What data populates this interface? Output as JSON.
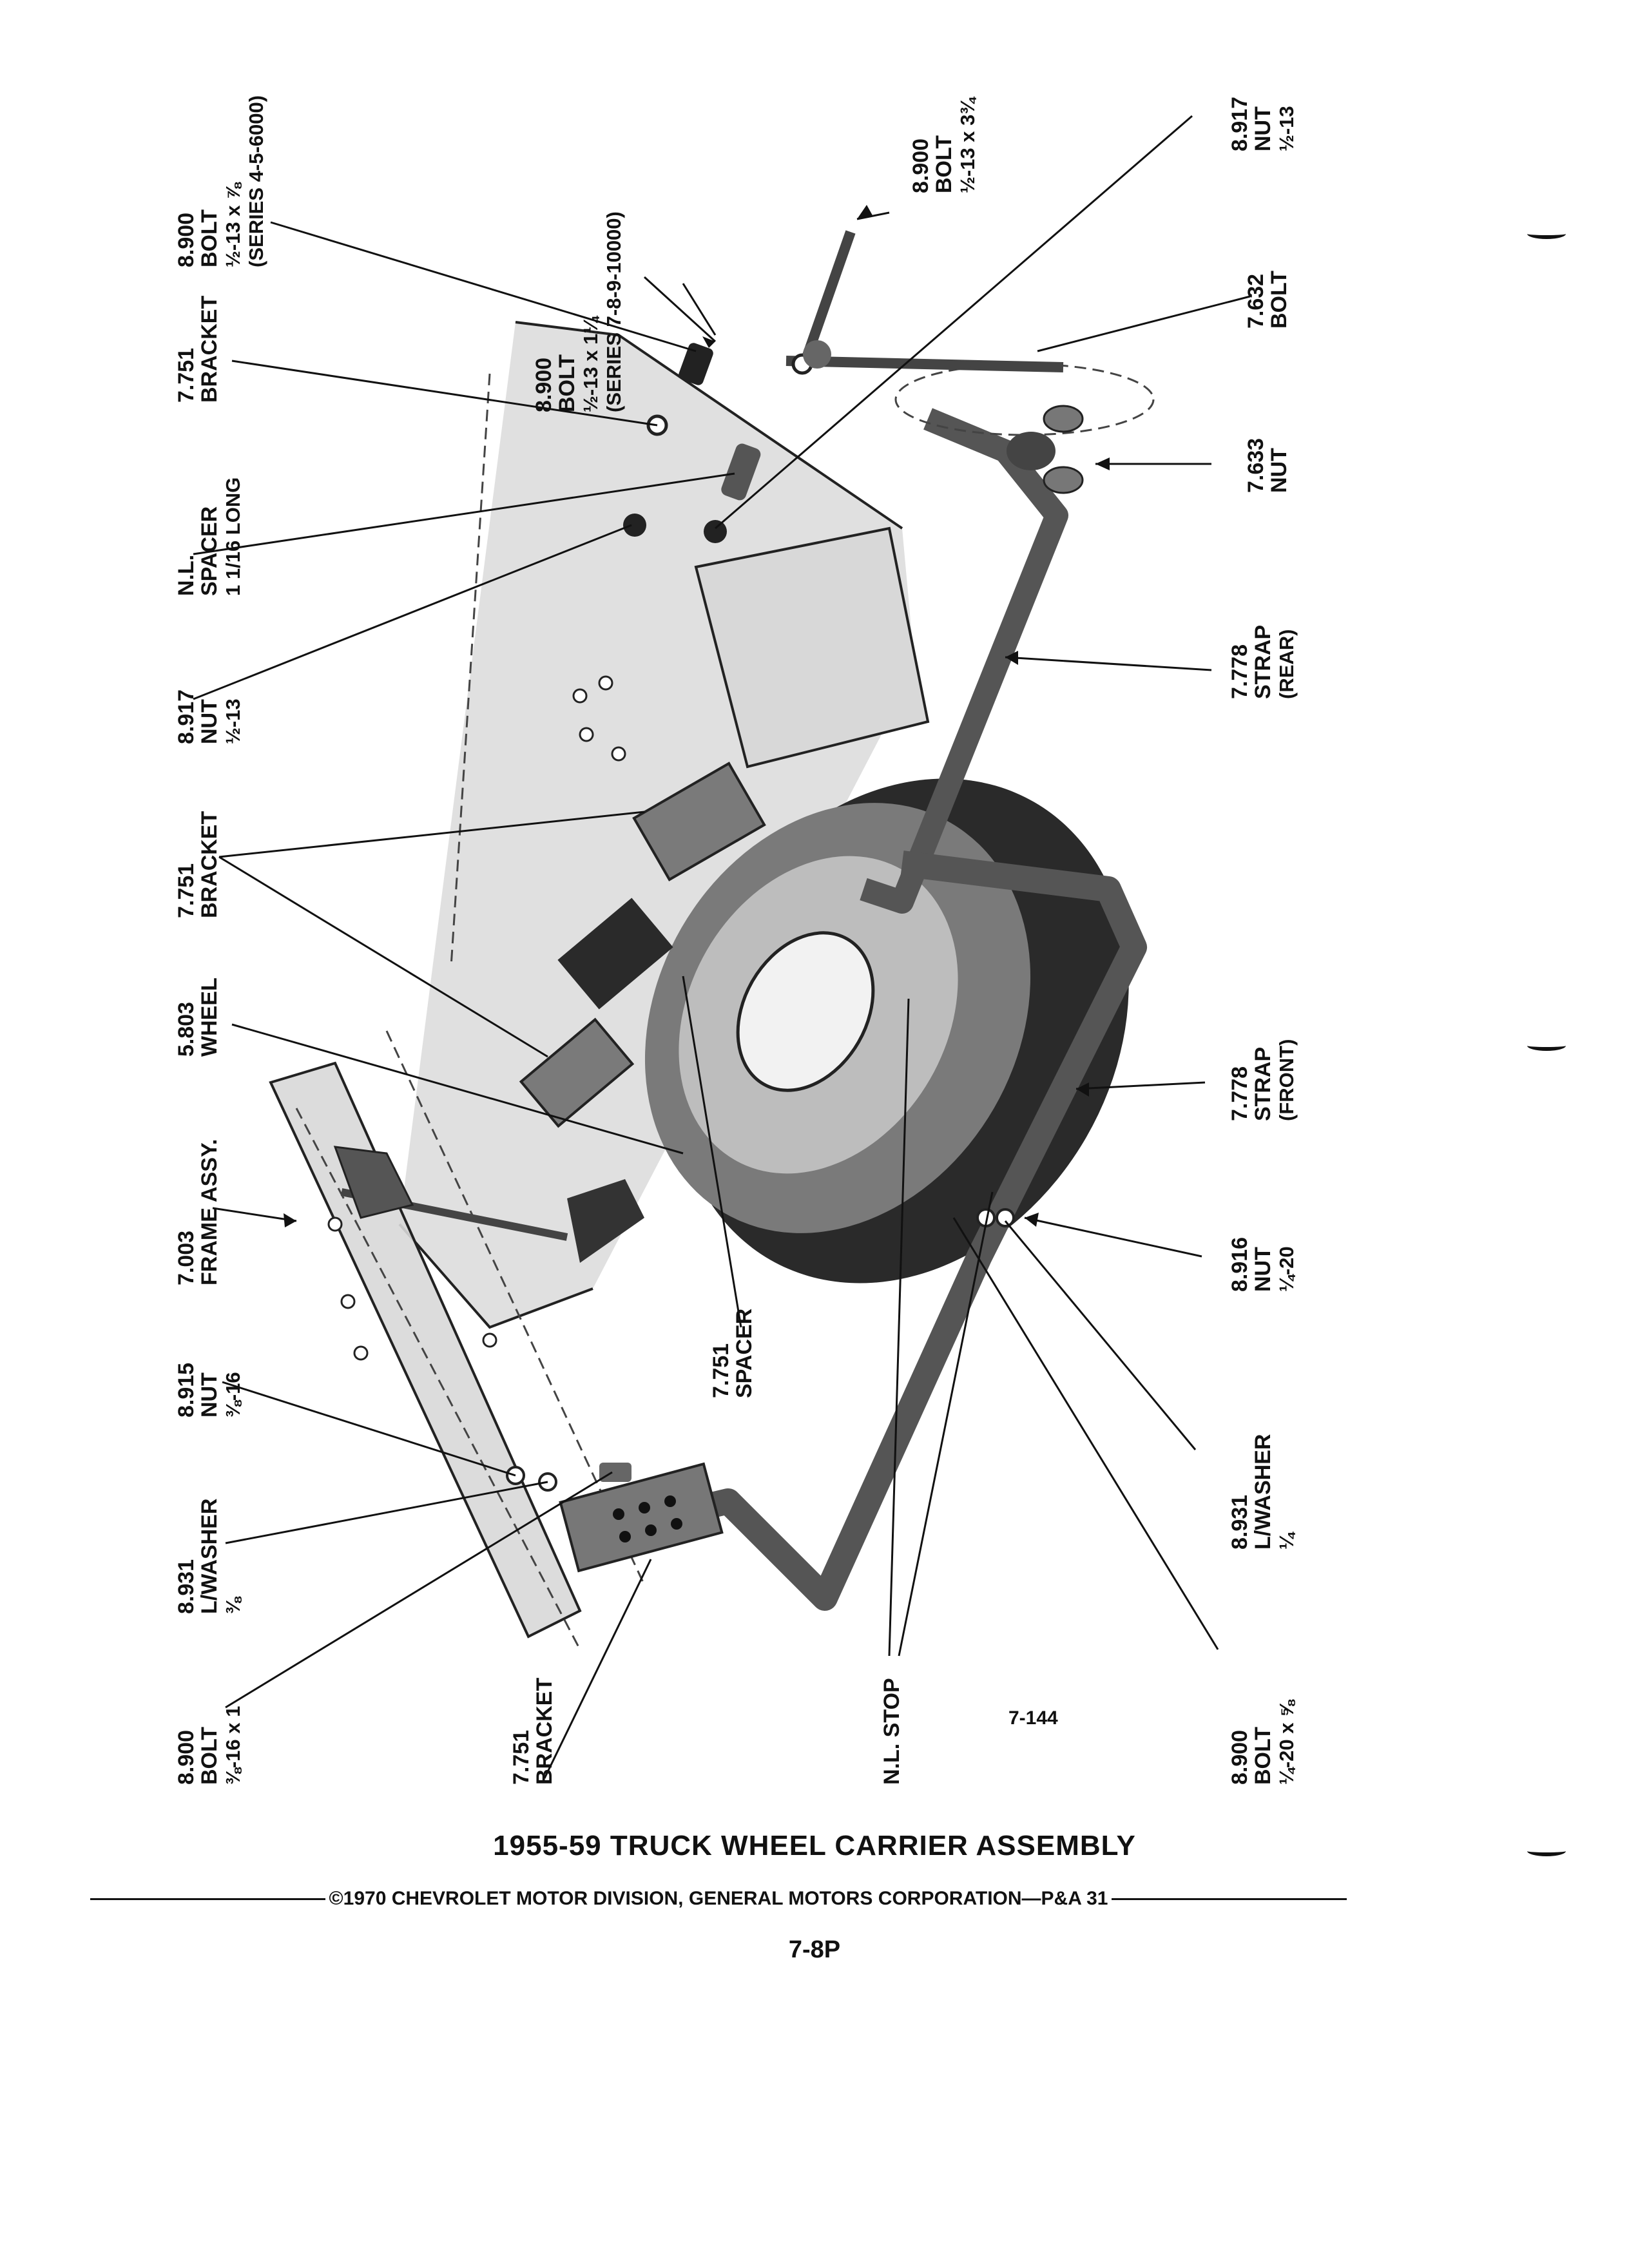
{
  "title": "1955-59 TRUCK WHEEL CARRIER ASSEMBLY",
  "copyright": "©1970 CHEVROLET MOTOR DIVISION, GENERAL MOTORS CORPORATION—P&A 31",
  "page_number": "7-8P",
  "figure_number": "7-144",
  "callouts": {
    "c1": [
      "8.900",
      "BOLT",
      "½-13 x ⅞",
      "(SERIES 4-5-6000)"
    ],
    "c2": [
      "7.751",
      "BRACKET"
    ],
    "c3": [
      "N.L.",
      "SPACER",
      "1 1/16 LONG"
    ],
    "c4": [
      "8.917",
      "NUT",
      "½-13"
    ],
    "c5": [
      "7.751",
      "BRACKET"
    ],
    "c6": [
      "5.803",
      "WHEEL"
    ],
    "c7": [
      "7.003",
      "FRAME ASSY."
    ],
    "c8": [
      "8.915",
      "NUT",
      "⅜-16"
    ],
    "c9": [
      "8.931",
      "L/WASHER",
      "⅜"
    ],
    "c10": [
      "8.900",
      "BOLT",
      "⅜-16 x 1"
    ],
    "c11": [
      "7.751",
      "BRACKET"
    ],
    "c12": [
      "7.751",
      "SPACER"
    ],
    "c13": [
      "N.L. STOP"
    ],
    "c14": [
      "8.900",
      "BOLT",
      "½-13 x 1¼",
      "(SERIES 7-8-9-10000)"
    ],
    "c15": [
      "8.900",
      "BOLT",
      "½-13 x 3¾"
    ],
    "c16": [
      "8.917",
      "NUT",
      "½-13"
    ],
    "c17": [
      "7.632",
      "BOLT"
    ],
    "c18": [
      "7.633",
      "NUT"
    ],
    "c19": [
      "7.778",
      "STRAP",
      "(REAR)"
    ],
    "c20": [
      "7.778",
      "STRAP",
      "(FRONT)"
    ],
    "c21": [
      "8.916",
      "NUT",
      "¼-20"
    ],
    "c22": [
      "8.931",
      "L/WASHER",
      "¼"
    ],
    "c23": [
      "8.900",
      "BOLT",
      "¼-20 x ⅝"
    ]
  }
}
